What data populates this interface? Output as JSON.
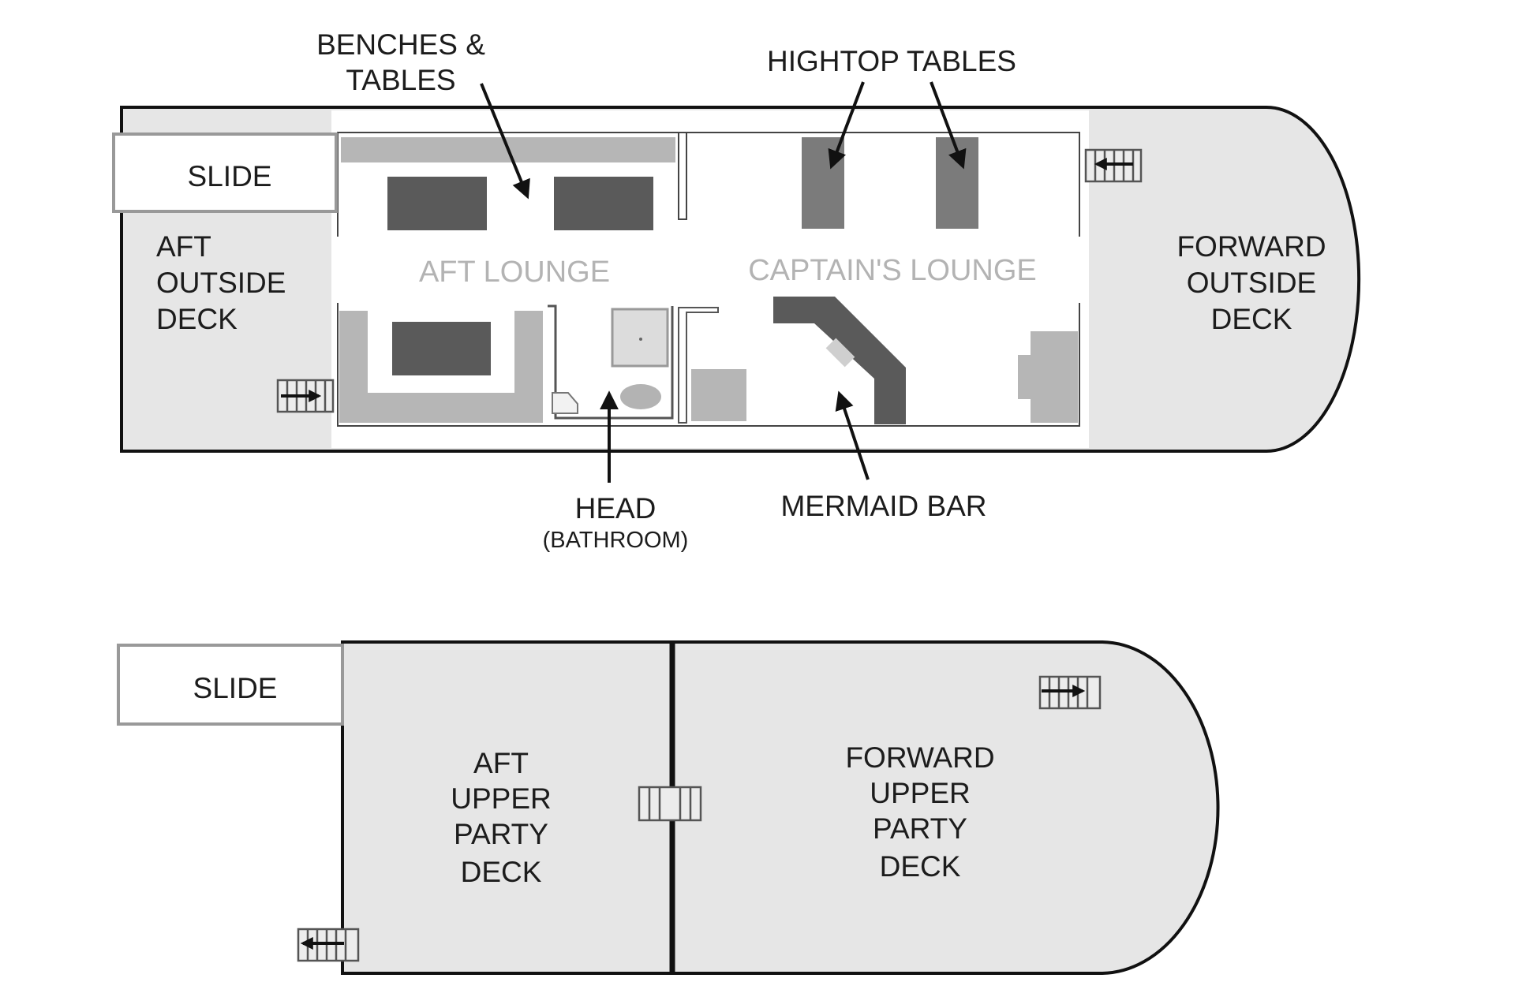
{
  "main_deck": {
    "slide": "SLIDE",
    "aft_outside_deck": [
      "AFT",
      "OUTSIDE",
      "DECK"
    ],
    "aft_lounge": "AFT LOUNGE",
    "captains_lounge": "CAPTAIN'S LOUNGE",
    "forward_outside_deck": [
      "FORWARD",
      "OUTSIDE",
      "DECK"
    ]
  },
  "callouts": {
    "benches_tables": [
      "BENCHES &",
      "TABLES"
    ],
    "hightop_tables": "HIGHTOP TABLES",
    "head": "HEAD",
    "bathroom": "(BATHROOM)",
    "mermaid_bar": "MERMAID BAR"
  },
  "upper_deck": {
    "slide": "SLIDE",
    "aft_upper_party_deck": [
      "AFT",
      "UPPER",
      "PARTY",
      "DECK"
    ],
    "forward_upper_party_deck": [
      "FORWARD",
      "UPPER",
      "PARTY",
      "DECK"
    ]
  },
  "colors": {
    "deck_fill": "#e6e6e6",
    "furniture_dark": "#5a5a5a",
    "outline": "#111111"
  }
}
